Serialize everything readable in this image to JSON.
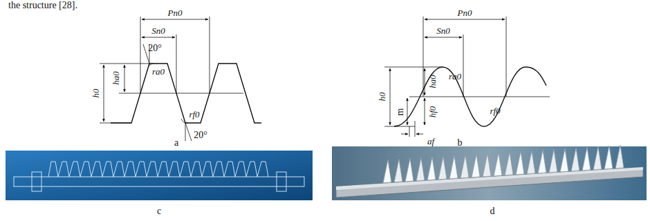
{
  "diagram": {
    "labels": [
      "the structure [28].",
      "Pn0",
      "Sn0",
      "h0",
      "ha0",
      "20°",
      "ra0",
      "rf0",
      "20°",
      "a",
      "Pn0",
      "Sn0",
      "h0",
      "ha0",
      "m",
      "hf0",
      "af",
      "ra0",
      "rf0",
      "b",
      "c",
      "d"
    ]
  }
}
